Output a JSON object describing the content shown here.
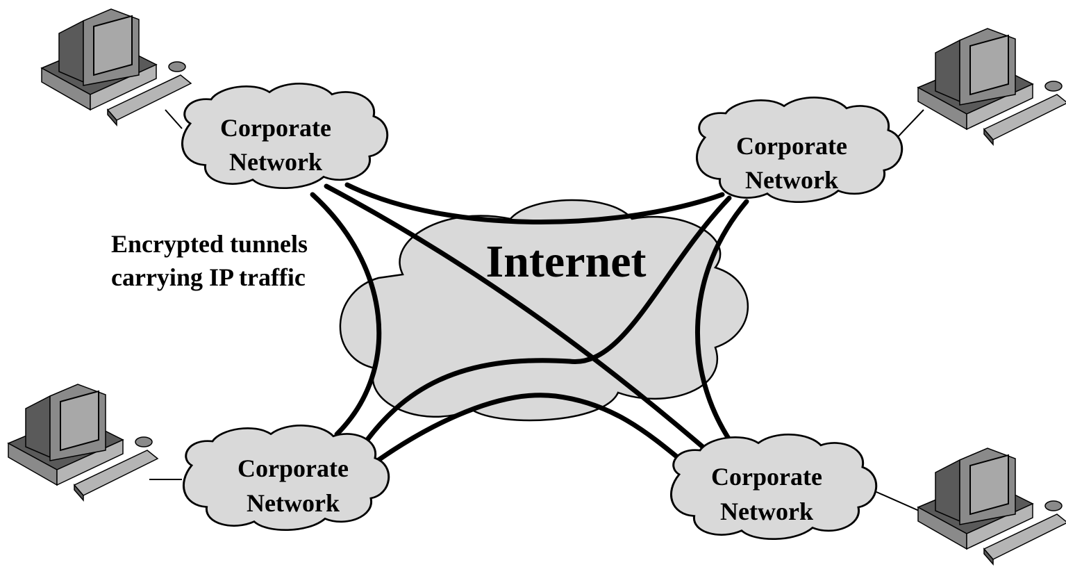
{
  "internet": {
    "label": "Internet"
  },
  "networks": {
    "top_left": {
      "line1": "Corporate",
      "line2": "Network"
    },
    "top_right": {
      "line1": "Corporate",
      "line2": "Network"
    },
    "bottom_left": {
      "line1": "Corporate",
      "line2": "Network"
    },
    "bottom_right": {
      "line1": "Corporate",
      "line2": "Network"
    }
  },
  "annotation": {
    "line1": "Encrypted tunnels",
    "line2": "carrying IP traffic"
  },
  "icons": {
    "computer": "computer-icon",
    "cloud": "cloud-icon"
  },
  "colors": {
    "cloud_fill": "#d9d9d9",
    "line": "#000000"
  }
}
